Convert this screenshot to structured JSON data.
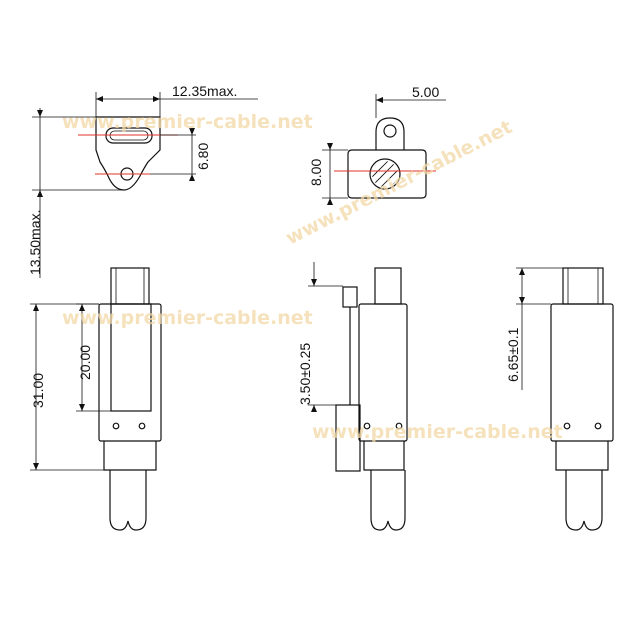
{
  "dimensions": {
    "top_width": "12.35max.",
    "top_height_small": "6.80",
    "total_height": "13.50max.",
    "pin_width": "5.00",
    "pin_height": "8.00",
    "body_length": "31.00",
    "window_length": "20.00",
    "offset": "3.50±0.25",
    "side_width": "6.65±0.1"
  },
  "watermark": "www.premier-cable.net",
  "colors": {
    "centerline": "#e0302a",
    "watermark": "#f2d9a6",
    "line": "#111111"
  }
}
